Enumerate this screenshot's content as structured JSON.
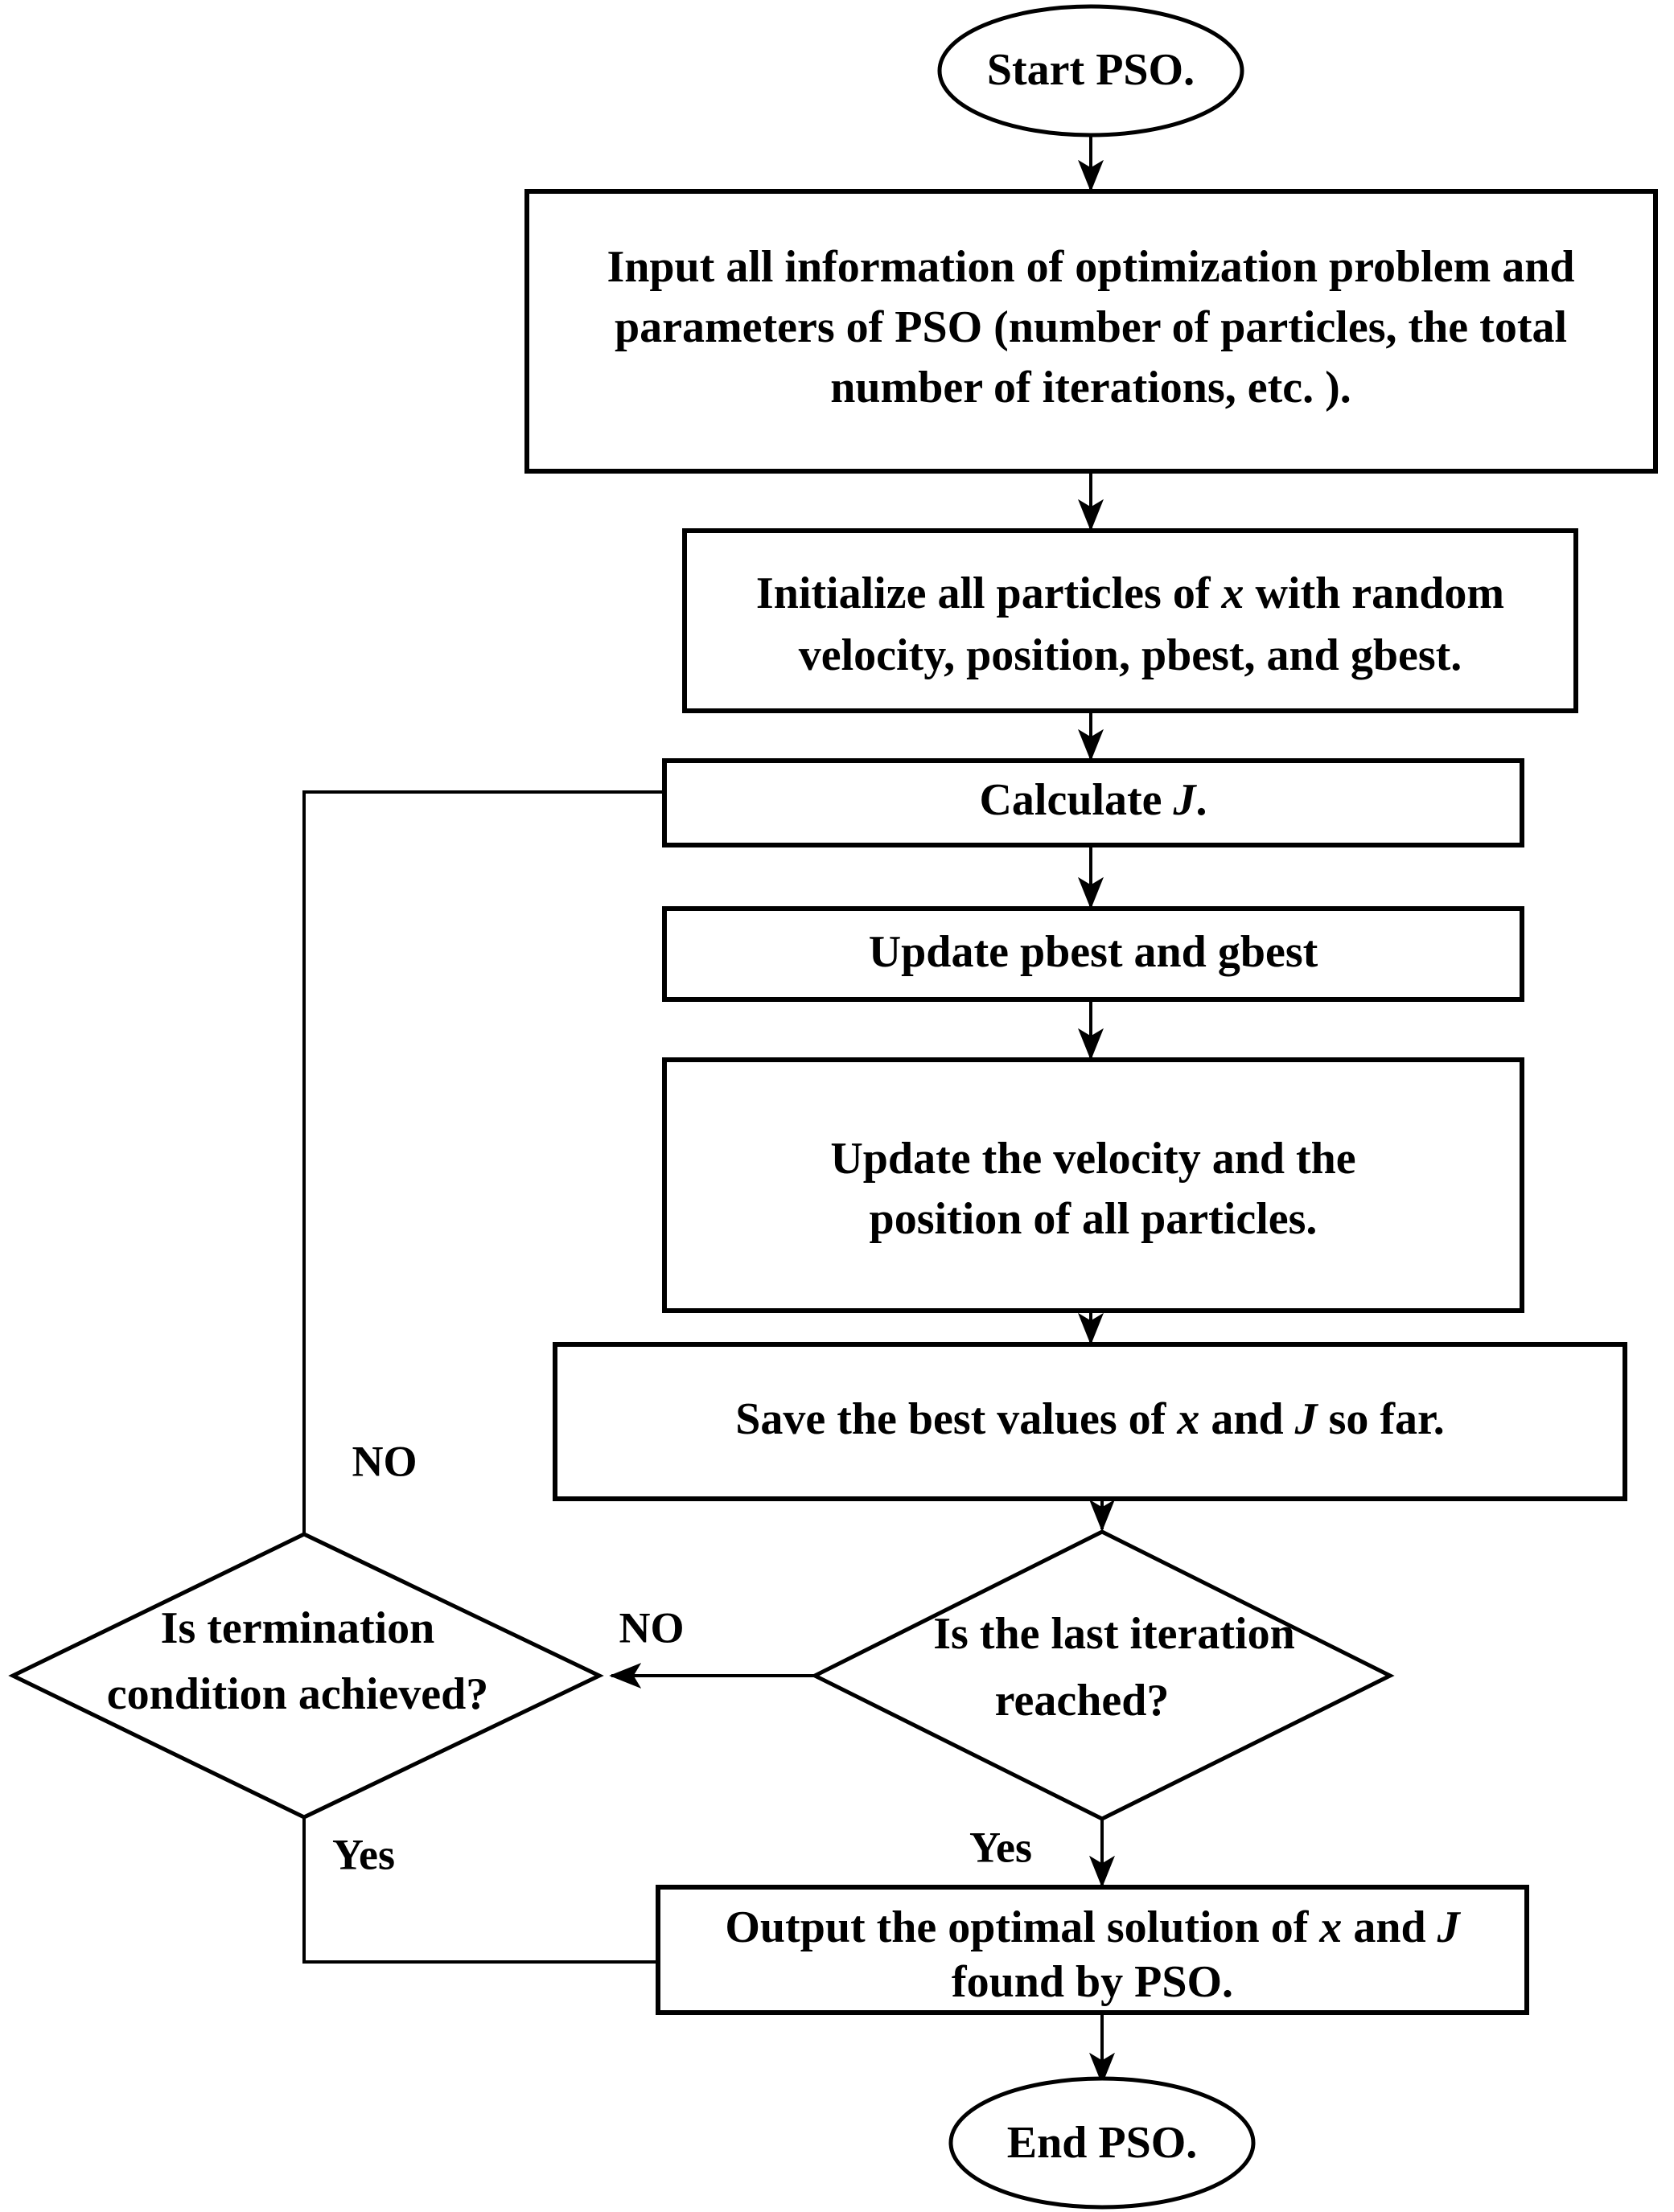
{
  "diagram": {
    "title": "PSO algorithm flowchart",
    "type": "flowchart",
    "background_color": "#ffffff",
    "line_color": "#000000",
    "text_color": "#000000"
  },
  "nodes": {
    "start": {
      "shape": "ellipse",
      "label": "Start PSO."
    },
    "input_params": {
      "shape": "rectangle",
      "line1": "Input all information of optimization problem and",
      "line2": "parameters of PSO (number of particles, the total",
      "line3": "number of iterations, etc. )."
    },
    "initialize": {
      "shape": "rectangle",
      "line1_a": "Initialize all particles of ",
      "line1_var": "x",
      "line1_b": " with random",
      "line2": "velocity, position, pbest, and  gbest."
    },
    "calculate_j": {
      "shape": "rectangle",
      "label_a": "Calculate ",
      "label_var": "J",
      "label_b": "."
    },
    "update_best": {
      "shape": "rectangle",
      "label": "Update pbest and gbest"
    },
    "update_velocity": {
      "shape": "rectangle",
      "line1": "Update the velocity and the",
      "line2": "position of all particles."
    },
    "save_best": {
      "shape": "rectangle",
      "label_a": "Save the best values of  ",
      "label_var1": "x",
      "label_mid": " and ",
      "label_var2": "J",
      "label_b": " so far."
    },
    "last_iteration": {
      "shape": "diamond",
      "line1": "Is the last iteration",
      "line2": "reached?"
    },
    "termination": {
      "shape": "diamond",
      "line1": "Is termination",
      "line2": "condition achieved?"
    },
    "output": {
      "shape": "rectangle",
      "line1_a": "Output the optimal solution of ",
      "line1_var1": "x",
      "line1_mid": " and ",
      "line1_var2": "J",
      "line2": "found by PSO."
    },
    "end": {
      "shape": "ellipse",
      "label": "End PSO."
    }
  },
  "edge_labels": {
    "last_iteration_no": "NO",
    "last_iteration_yes": "Yes",
    "termination_no": "NO",
    "termination_yes": "Yes"
  }
}
